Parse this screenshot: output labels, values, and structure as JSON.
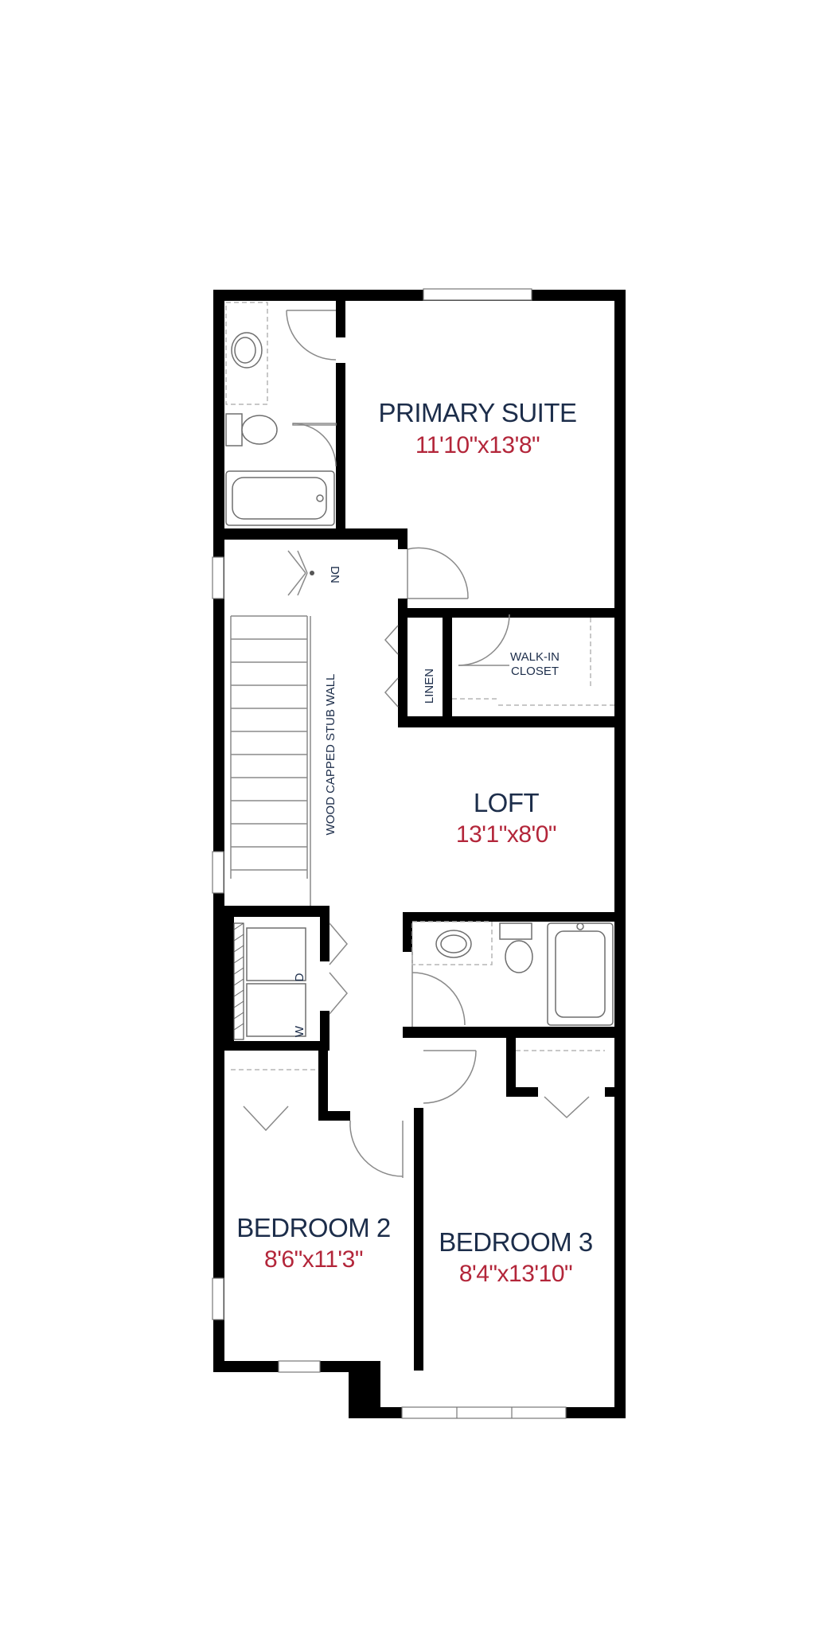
{
  "rooms": {
    "primary_suite": {
      "name": "PRIMARY SUITE",
      "dims": "11'10\"x13'8\""
    },
    "loft": {
      "name": "LOFT",
      "dims": "13'1\"x8'0\""
    },
    "bedroom2": {
      "name": "BEDROOM 2",
      "dims": "8'6\"x11'3\""
    },
    "bedroom3": {
      "name": "BEDROOM 3",
      "dims": "8'4\"x13'10\""
    }
  },
  "labels": {
    "walk_in_closet_line1": "WALK-IN",
    "walk_in_closet_line2": "CLOSET",
    "linen": "LINEN",
    "stair_direction": "DN",
    "stub_wall": "WOOD CAPPED STUB WALL",
    "dryer": "D",
    "washer": "W"
  },
  "colors": {
    "room_name": "#1c2d4a",
    "room_dims": "#b3263a",
    "walls": "#000000"
  }
}
